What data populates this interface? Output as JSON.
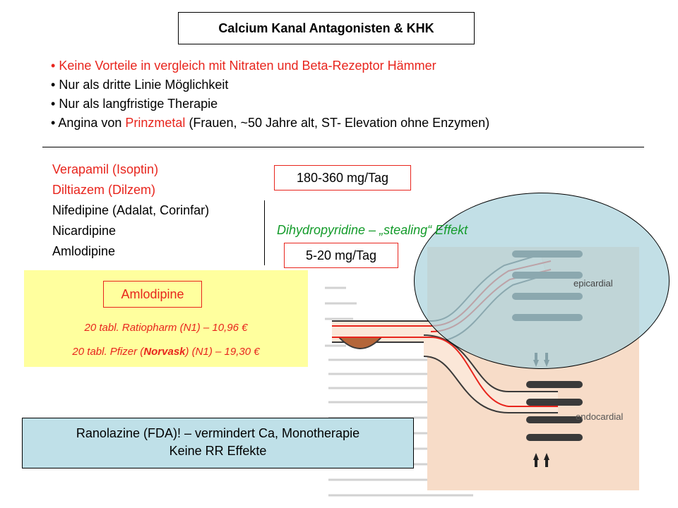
{
  "slide": {
    "title": "Calcium Kanal Antagonisten & KHK",
    "bullets": [
      {
        "marker": "•",
        "text": "Keine Vorteile in vergleich mit Nitraten und Beta-Rezeptor Hämmer"
      },
      {
        "marker": "•",
        "text": "Nur als dritte Linie Möglichkeit"
      },
      {
        "marker": "•",
        "text": "Nur als langfristige Therapie"
      },
      {
        "marker": "•",
        "pre": "Angina von ",
        "highlight": "Prinzmetal",
        "post": " (Frauen, ~50 Jahre alt, ST- Elevation ohne Enzymen)"
      }
    ],
    "drugs": [
      "Verapamil (Isoptin)",
      "Diltiazem (Dilzem)",
      "Nifedipine (Adalat, Corinfar)",
      "Nicardipine",
      "Amlodipine"
    ],
    "dose_high": "180-360 mg/Tag",
    "dose_low": "5-20 mg/Tag",
    "dhp_note": "Dihydropyridine – „stealing“ Effekt",
    "amlodipine_box": {
      "label": "Amlodipine",
      "price1": "20 tabl. Ratiopharm (N1) – 10,96 €",
      "price2_pre": "20 tabl. Pfizer (",
      "price2_bold": "Norvask",
      "price2_post": ") (N1) – 19,30 €"
    },
    "ranolazine": {
      "line1": "Ranolazine (FDA)! – vermindert Ca, Monotherapie",
      "line2": "Keine RR Effekte"
    },
    "diagram": {
      "epicardial": "epicardial",
      "endocardial": "endocardial"
    },
    "colors": {
      "red": "#e8251d",
      "green": "#139b2a",
      "yellow": "#ffff9e",
      "teal": "#bfe0e8"
    }
  }
}
